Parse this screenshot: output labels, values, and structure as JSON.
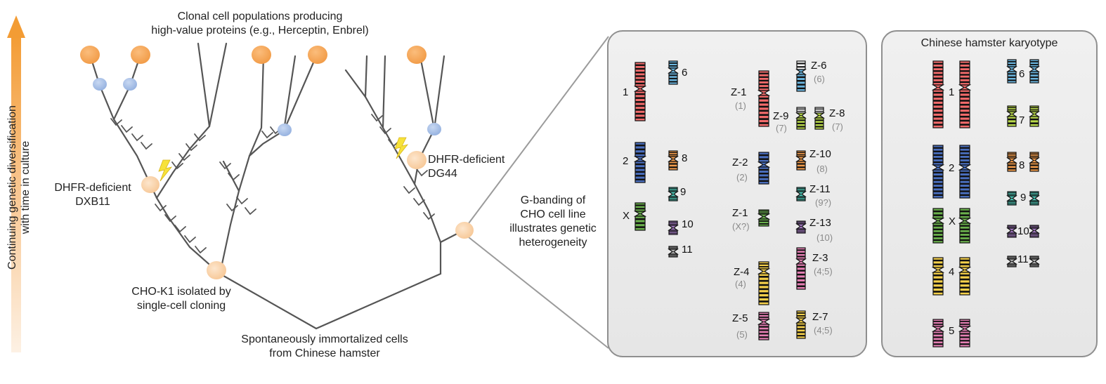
{
  "title": [
    "Clonal cell populations producing",
    "high-value proteins (e.g., Herceptin, Enbrel)"
  ],
  "axis_label": [
    "Continuing genetic diversification",
    "with time in culture"
  ],
  "labels": {
    "dxb11": [
      "DHFR-deficient",
      "DXB11"
    ],
    "dg44": [
      "DHFR-deficient",
      "DG44"
    ],
    "chok1": [
      "CHO-K1 isolated by",
      "single-cell cloning"
    ],
    "origin": [
      "Spontaneously immortalized cells",
      "from Chinese hamster"
    ],
    "gbanding": [
      "G-banding of",
      "CHO cell line",
      "illustrates genetic",
      "heterogeneity"
    ]
  },
  "cho_chromosomes": [
    {
      "label": "1",
      "sub": ""
    },
    {
      "label": "6",
      "sub": ""
    },
    {
      "label": "2",
      "sub": ""
    },
    {
      "label": "8",
      "sub": ""
    },
    {
      "label": "9",
      "sub": ""
    },
    {
      "label": "X",
      "sub": ""
    },
    {
      "label": "10",
      "sub": ""
    },
    {
      "label": "11",
      "sub": ""
    },
    {
      "label": "Z-1",
      "sub": "(1)"
    },
    {
      "label": "Z-6",
      "sub": "(6)"
    },
    {
      "label": "Z-9",
      "sub": "(7)"
    },
    {
      "label": "Z-8",
      "sub": "(7)"
    },
    {
      "label": "Z-2",
      "sub": "(2)"
    },
    {
      "label": "Z-10",
      "sub": "(8)"
    },
    {
      "label": "Z-11",
      "sub": "(9?)"
    },
    {
      "label": "Z-1",
      "sub": "(X?)"
    },
    {
      "label": "Z-13",
      "sub": "(10)"
    },
    {
      "label": "Z-4",
      "sub": "(4)"
    },
    {
      "label": "Z-3",
      "sub": "(4;5)"
    },
    {
      "label": "Z-5",
      "sub": "(5)"
    },
    {
      "label": "Z-7",
      "sub": "(4;5)"
    }
  ],
  "karyotype_title": "Chinese hamster karyotype",
  "karyotype_chromosomes": [
    {
      "label": "1"
    },
    {
      "label": "6"
    },
    {
      "label": "7"
    },
    {
      "label": "2"
    },
    {
      "label": "8"
    },
    {
      "label": "9"
    },
    {
      "label": "X"
    },
    {
      "label": "10"
    },
    {
      "label": "4"
    },
    {
      "label": "11"
    },
    {
      "label": "5"
    }
  ],
  "colors": {
    "chr1": "#f26b6b",
    "chr2": "#4a6fbf",
    "chrX": "#6ab04c",
    "chr4": "#f5d04a",
    "chr5": "#e57fb4",
    "chr6": "#6bb6e0",
    "chr7": "#b8d84a",
    "chr8": "#f29b4a",
    "chr9": "#4dc9b8",
    "chr10": "#a57bc4",
    "chr11": "#b5b5b5",
    "arrow": "#f39c34",
    "orange_cell": "#f6a85a",
    "blue_cell": "#a9c2e6",
    "pale_cell": "#f9d2a6",
    "tree_line": "#555555"
  }
}
